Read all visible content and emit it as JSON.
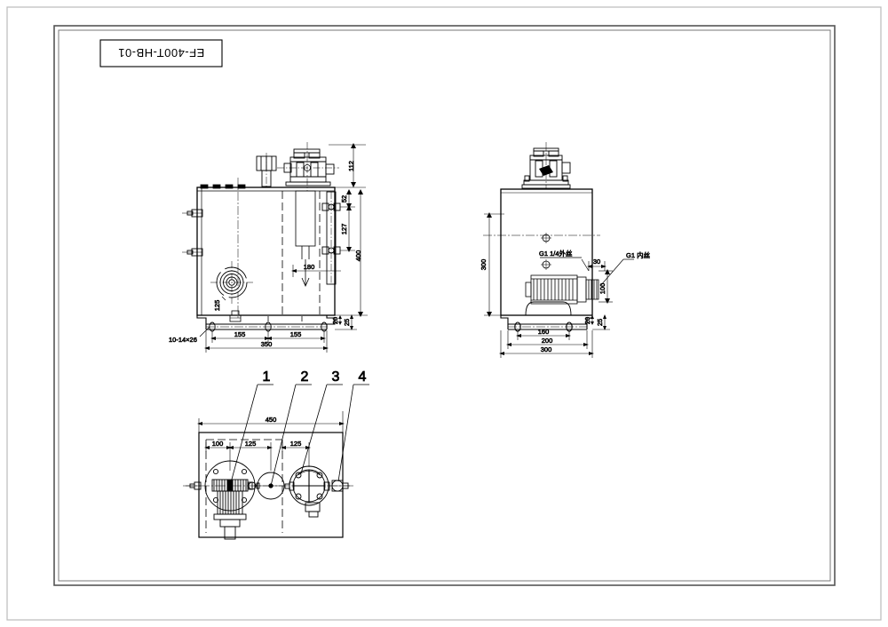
{
  "sheet": {
    "title_block": {
      "drawing_number": "EF-400T-HB-01"
    },
    "background_color": "#ffffff",
    "line_color": "#000000",
    "frame_color": "#555555"
  },
  "views": {
    "front": {
      "name": "front-elevation-view",
      "dimensions": {
        "overall_height": "400",
        "top_height": "112",
        "upper_small": "52",
        "mid_height": "127",
        "base_height": "25",
        "foot_height": "20",
        "port_depth": "180",
        "filter_dia": "125",
        "bolt_span_left": "155",
        "bolt_span_right": "155",
        "base_width": "350"
      },
      "notes": {
        "bolt_note": "10-14×26"
      }
    },
    "side": {
      "name": "side-elevation-view",
      "dimensions": {
        "overall_width": "300",
        "body_height": "300",
        "inner_bolt_span": "160",
        "mid_bolt_span": "200",
        "base_width_bottom": "300",
        "port_offset": "30",
        "port_height": "100",
        "foot_height": "20",
        "base_height": "25"
      },
      "labels": {
        "outlet_thread": "G1 1/4外丝",
        "inlet_thread": "G1 内丝"
      }
    },
    "top": {
      "name": "top-plan-view",
      "dimensions": {
        "overall_length": "450",
        "left_offset": "100",
        "span_1": "125",
        "span_2": "125"
      },
      "callouts": [
        {
          "number": "1",
          "target": "motor-pump-assembly"
        },
        {
          "number": "2",
          "target": "filler-breather-cap"
        },
        {
          "number": "3",
          "target": "valve-manifold-block"
        },
        {
          "number": "4",
          "target": "outlet-port-fitting"
        }
      ]
    }
  }
}
